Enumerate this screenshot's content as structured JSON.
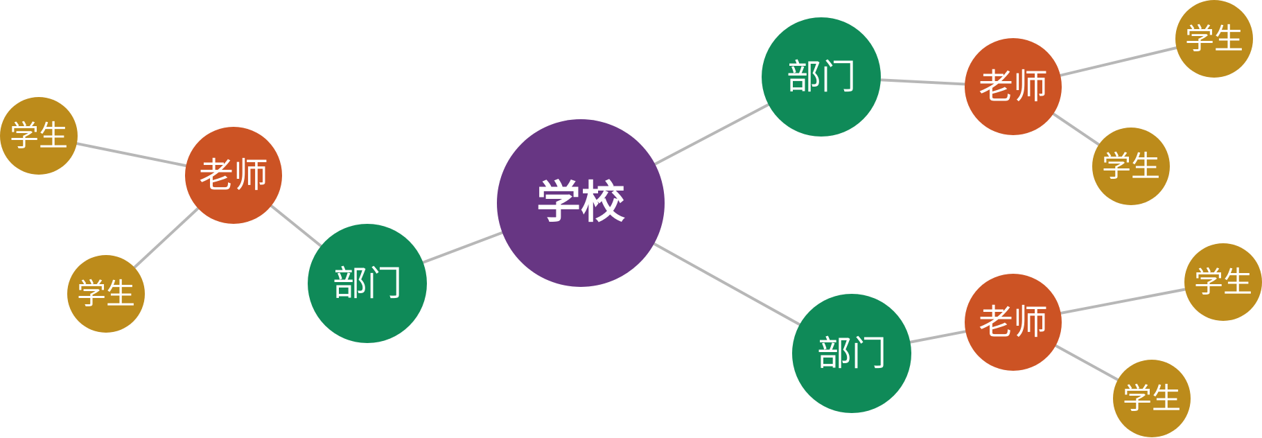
{
  "diagram": {
    "colors": {
      "edge": "#b7b7b7",
      "root": "#673683",
      "department": "#0f8a58",
      "teacher": "#cc5324",
      "student": "#bc8b1b",
      "label": "#ffffff"
    },
    "nodes": {
      "root": {
        "label": "学校",
        "type": "root"
      },
      "dept_left": {
        "label": "部门",
        "type": "department"
      },
      "teacher_left": {
        "label": "老师",
        "type": "teacher"
      },
      "student_left_top": {
        "label": "学生",
        "type": "student"
      },
      "student_left_bottom": {
        "label": "学生",
        "type": "student"
      },
      "dept_top_right": {
        "label": "部门",
        "type": "department"
      },
      "teacher_top_right": {
        "label": "老师",
        "type": "teacher"
      },
      "student_top_right_1": {
        "label": "学生",
        "type": "student"
      },
      "student_top_right_2": {
        "label": "学生",
        "type": "student"
      },
      "dept_bottom_right": {
        "label": "部门",
        "type": "department"
      },
      "teacher_bottom_right": {
        "label": "老师",
        "type": "teacher"
      },
      "student_bottom_right_1": {
        "label": "学生",
        "type": "student"
      },
      "student_bottom_right_2": {
        "label": "学生",
        "type": "student"
      }
    },
    "edges": [
      [
        "root",
        "dept_left"
      ],
      [
        "dept_left",
        "teacher_left"
      ],
      [
        "teacher_left",
        "student_left_top"
      ],
      [
        "teacher_left",
        "student_left_bottom"
      ],
      [
        "root",
        "dept_top_right"
      ],
      [
        "dept_top_right",
        "teacher_top_right"
      ],
      [
        "teacher_top_right",
        "student_top_right_1"
      ],
      [
        "teacher_top_right",
        "student_top_right_2"
      ],
      [
        "root",
        "dept_bottom_right"
      ],
      [
        "dept_bottom_right",
        "teacher_bottom_right"
      ],
      [
        "teacher_bottom_right",
        "student_bottom_right_1"
      ],
      [
        "teacher_bottom_right",
        "student_bottom_right_2"
      ]
    ]
  }
}
